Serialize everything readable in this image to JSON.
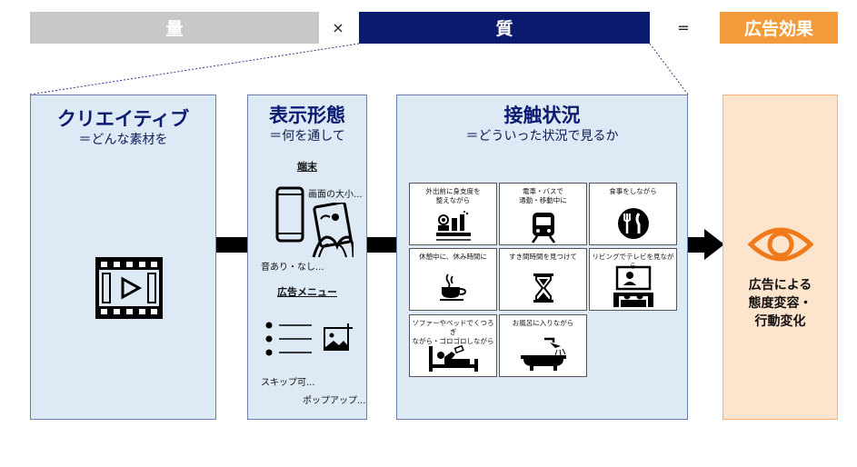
{
  "equation": {
    "quantity": "量",
    "times": "×",
    "quality": "質",
    "equals": "=",
    "effect": "広告効果"
  },
  "creative": {
    "title": "クリエイティブ",
    "subtitle": "＝どんな素材を"
  },
  "display": {
    "title": "表示形態",
    "subtitle": "＝何を通して",
    "device_heading": "端末",
    "screen_size": "画面の大小...",
    "sound": "音あり・なし...",
    "menu_heading": "広告メニュー",
    "skip": "スキップ可...",
    "popup": "ポップアップ..."
  },
  "contact": {
    "title": "接触状況",
    "subtitle": "＝どういった状況で見るか",
    "situations": [
      "外出前に身支度を\n整えながら",
      "電車・バスで\n通勤・移動中に",
      "食事をしながら",
      "休憩中に、休み時間に",
      "すき間時間を見つけて",
      "リビングでテレビを見ながら",
      "ソファーやベッドでくつろぎ\nながら・ゴロゴロしながら",
      "お風呂に入りながら"
    ]
  },
  "result": {
    "line1": "広告による",
    "line2": "態度変容・",
    "line3": "行動変化"
  },
  "colors": {
    "quantity_bg": "#c8c8c8",
    "quality_bg": "#0a1a6e",
    "effect_bg": "#f39a3a",
    "panel_bg": "#dde9f5",
    "result_bg": "#fde4cc",
    "eye": "#f07a1a"
  }
}
